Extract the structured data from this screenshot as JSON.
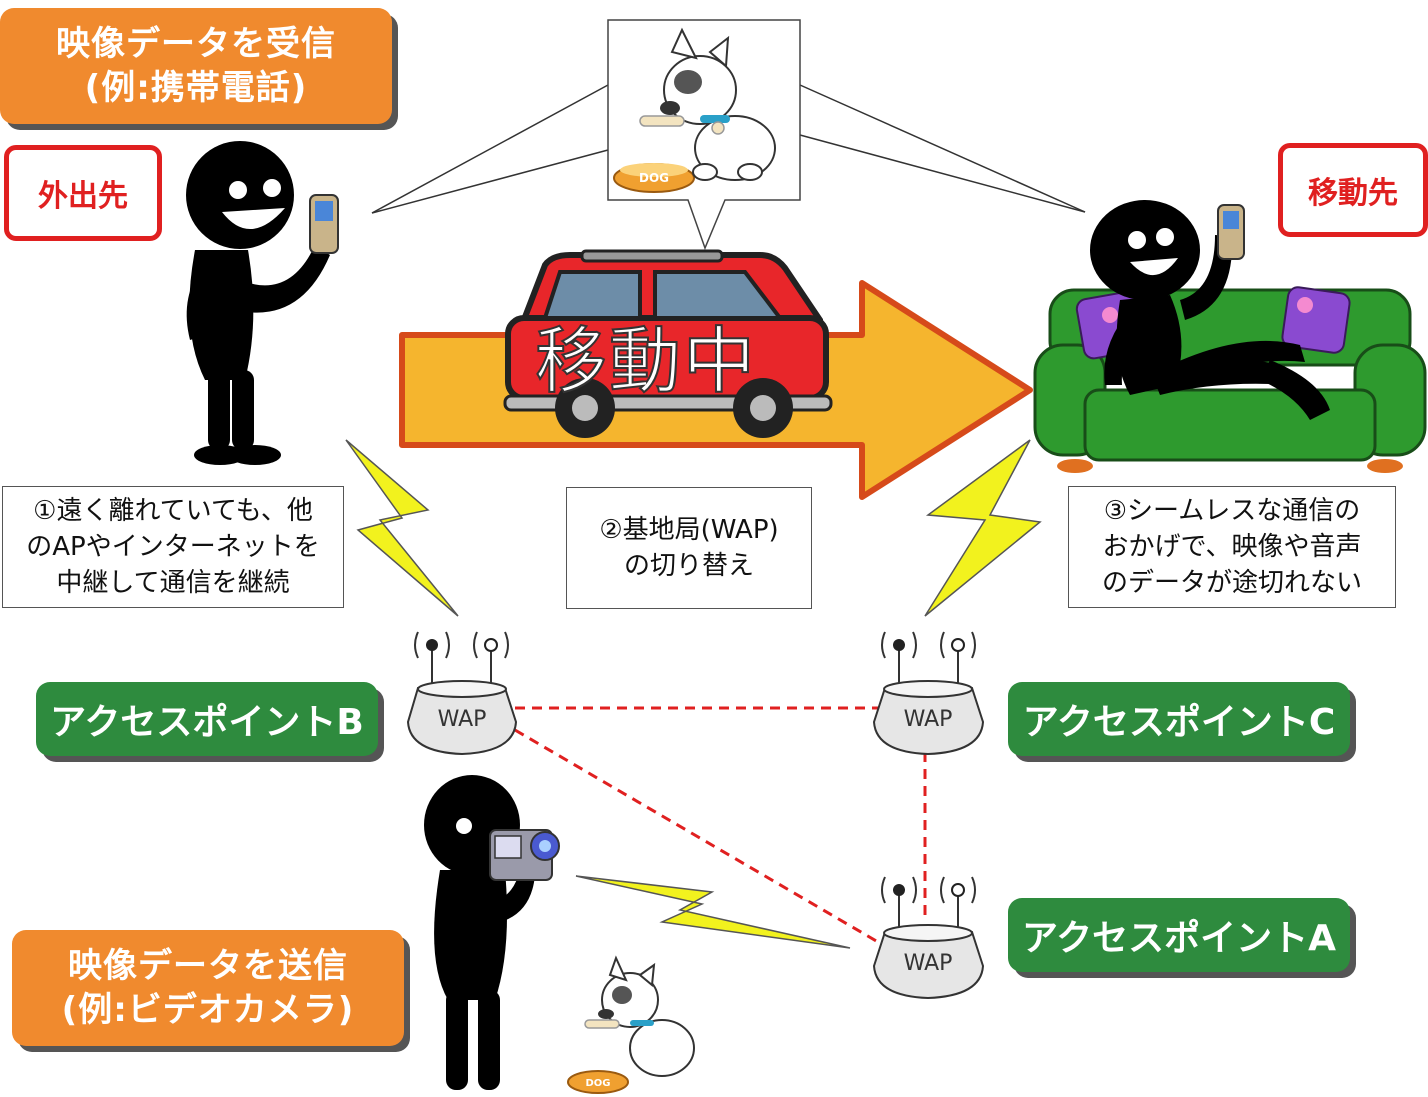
{
  "labels": {
    "receive_line1": "映像データを受信",
    "receive_line2": "(例:携帯電話)",
    "send_line1": "映像データを送信",
    "send_line2": "(例:ビデオカメラ)",
    "origin": "外出先",
    "destination": "移動先",
    "moving": "移動中",
    "ap_b": "アクセスポイントB",
    "ap_c": "アクセスポイントC",
    "ap_a": "アクセスポイントA",
    "wap": "WAP",
    "dog_bowl": "DOG"
  },
  "notes": {
    "note1_line1": "①遠く離れていても、他",
    "note1_line2": "のAPやインターネットを",
    "note1_line3": "中継して通信を継続",
    "note2_line1": "②基地局(WAP)",
    "note2_line2": "の切り替え",
    "note3_line1": "③シームレスな通信の",
    "note3_line2": "おかげで、映像や音声",
    "note3_line3": "のデータが途切れない"
  },
  "colors": {
    "orange_label": "#f08a2e",
    "green_label": "#2e8b3e",
    "red_frame": "#e02020",
    "arrow_fill": "#f5b52e",
    "arrow_outline": "#d64a1a",
    "car_body": "#e8262a",
    "sofa": "#2e9a2e",
    "bolt": "#f2f21e",
    "link_dash": "#e02020"
  },
  "icons": {
    "figure": "stick-figure-icon",
    "phone": "cell-phone-icon",
    "camera": "video-camera-icon",
    "dog": "dog-icon",
    "car": "car-icon",
    "sofa": "sofa-icon",
    "access_point": "wap-router-icon",
    "bolt": "lightning-bolt-icon"
  }
}
